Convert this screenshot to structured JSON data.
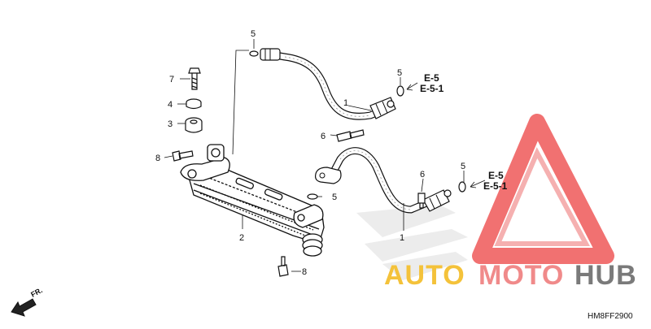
{
  "diagram": {
    "part_code": "HM8FF2900",
    "front_label": "FR.",
    "callouts": {
      "n1a": "1",
      "n1b": "1",
      "n2": "2",
      "n3": "3",
      "n4": "4",
      "n5a": "5",
      "n5b": "5",
      "n5c": "5",
      "n5d": "5",
      "n6a": "6",
      "n6b": "6",
      "n7": "7",
      "n8a": "8",
      "n8b": "8"
    },
    "references": {
      "upper_a": "E-5",
      "upper_b": "E-5-1",
      "lower_a": "E-5",
      "lower_b": "E-5-1"
    }
  },
  "watermark": {
    "word_1": "AUTO",
    "word_2": "MOTO",
    "word_3": "HUB",
    "colors": {
      "auto": "#f4c23a",
      "moto": "#f08a8a",
      "hub": "#7a7a7a",
      "triangle": "#ee4a4a"
    }
  }
}
